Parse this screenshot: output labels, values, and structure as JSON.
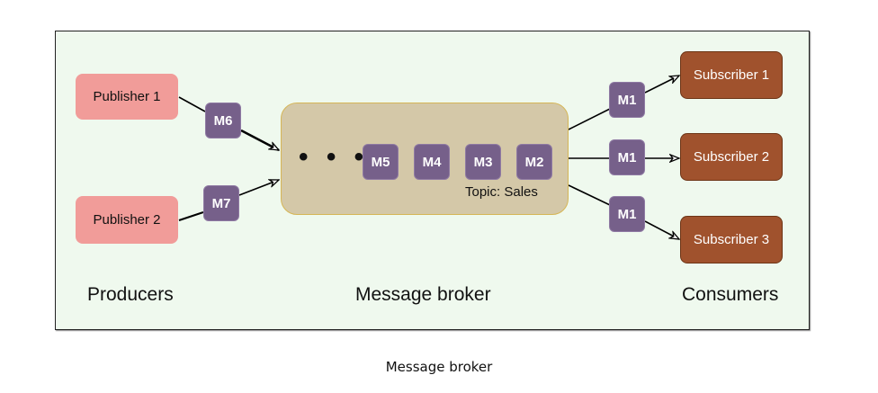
{
  "diagram": {
    "producers": [
      {
        "label": "Publisher 1",
        "message": "M6"
      },
      {
        "label": "Publisher 2",
        "message": "M7"
      }
    ],
    "broker": {
      "ellipsis": "• • •",
      "queue": [
        "M5",
        "M4",
        "M3",
        "M2"
      ],
      "topic": "Topic: Sales"
    },
    "consumers": [
      {
        "label": "Subscriber 1",
        "message": "M1"
      },
      {
        "label": "Subscriber 2",
        "message": "M1"
      },
      {
        "label": "Subscriber 3",
        "message": "M1"
      }
    ],
    "sections": {
      "producers": "Producers",
      "broker": "Message broker",
      "consumers": "Consumers"
    },
    "colors": {
      "publisher": "#f19c99",
      "subscriber": "#a0522d",
      "message": "#76608a",
      "broker": "#d4c8a8",
      "background": "#eff9ee"
    }
  },
  "caption": "Message broker"
}
